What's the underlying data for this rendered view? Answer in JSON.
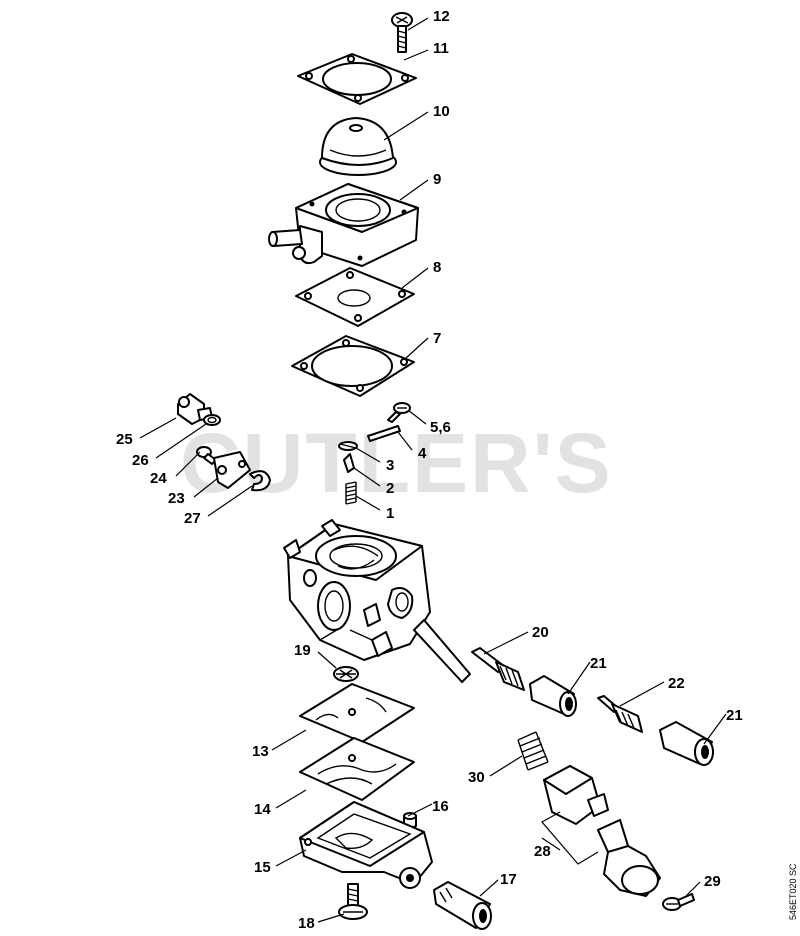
{
  "watermark": "CUTLER'S",
  "drawing_code": "546ET020 SC",
  "callouts": [
    {
      "id": "c12",
      "label": "12"
    },
    {
      "id": "c11",
      "label": "11"
    },
    {
      "id": "c10",
      "label": "10"
    },
    {
      "id": "c9",
      "label": "9"
    },
    {
      "id": "c8",
      "label": "8"
    },
    {
      "id": "c7",
      "label": "7"
    },
    {
      "id": "c56",
      "label": "5,6"
    },
    {
      "id": "c4",
      "label": "4"
    },
    {
      "id": "c3",
      "label": "3"
    },
    {
      "id": "c2",
      "label": "2"
    },
    {
      "id": "c1",
      "label": "1"
    },
    {
      "id": "c25",
      "label": "25"
    },
    {
      "id": "c26",
      "label": "26"
    },
    {
      "id": "c24",
      "label": "24"
    },
    {
      "id": "c23",
      "label": "23"
    },
    {
      "id": "c27",
      "label": "27"
    },
    {
      "id": "c20",
      "label": "20"
    },
    {
      "id": "c21a",
      "label": "21"
    },
    {
      "id": "c22",
      "label": "22"
    },
    {
      "id": "c21b",
      "label": "21"
    },
    {
      "id": "c19",
      "label": "19"
    },
    {
      "id": "c13",
      "label": "13"
    },
    {
      "id": "c30",
      "label": "30"
    },
    {
      "id": "c14",
      "label": "14"
    },
    {
      "id": "c16",
      "label": "16"
    },
    {
      "id": "c28",
      "label": "28"
    },
    {
      "id": "c15",
      "label": "15"
    },
    {
      "id": "c17",
      "label": "17"
    },
    {
      "id": "c29",
      "label": "29"
    },
    {
      "id": "c18",
      "label": "18"
    }
  ]
}
